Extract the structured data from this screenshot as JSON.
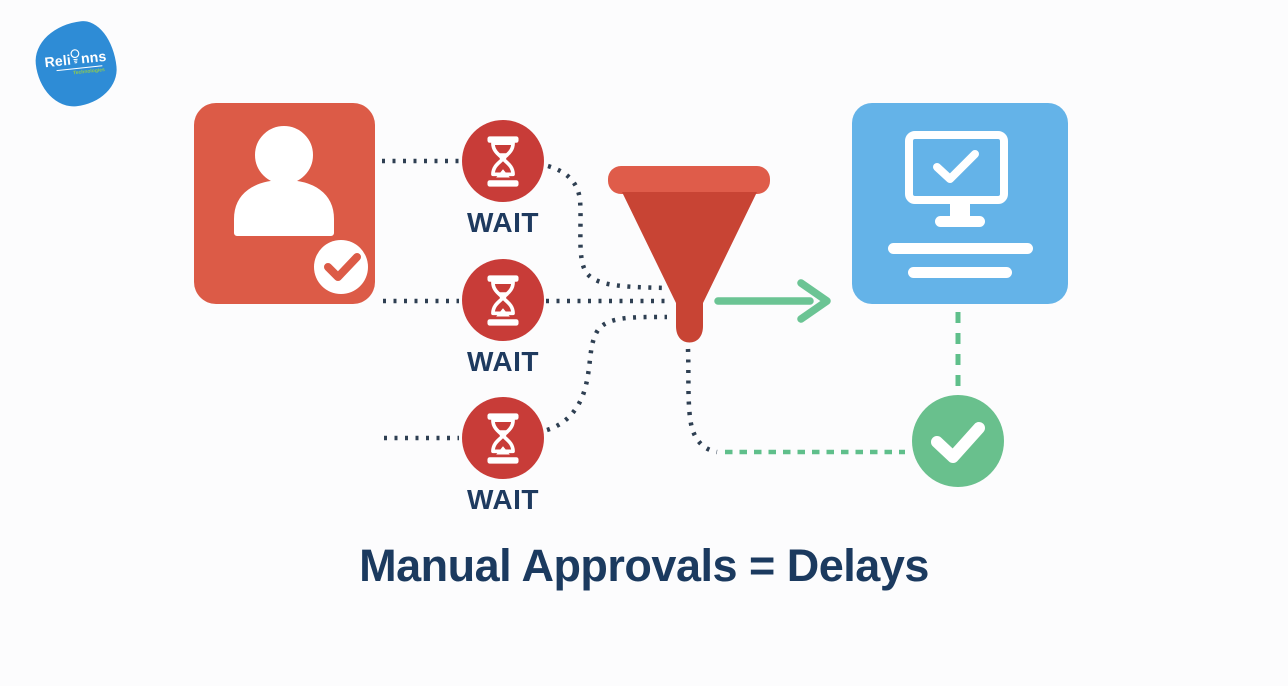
{
  "logo": {
    "brand_left": "Reli",
    "brand_right": "nns",
    "subtitle": "Technologies"
  },
  "nodes": {
    "wait_labels": [
      "WAIT",
      "WAIT",
      "WAIT"
    ]
  },
  "title": "Manual Approvals = Delays",
  "icons": {
    "logo": "lightbulb-icon",
    "requester": "person-icon",
    "requester_badge": "check-badge-icon",
    "wait": "hourglass-icon",
    "bottleneck": "funnel-icon",
    "flow": "arrow-right-icon",
    "system": "monitor-check-icon",
    "approved": "check-circle-icon"
  },
  "colors": {
    "page_bg": "#FCFCFD",
    "logo_blue": "#2E8CD6",
    "logo_subtitle": "#8FCB4F",
    "requester_red": "#DC5B47",
    "wait_red": "#C83C38",
    "funnel_top_red": "#DF5C4A",
    "funnel_body_red": "#C84434",
    "system_blue": "#64B3E8",
    "approved_green": "#69C08D",
    "arrow_green": "#6BC494",
    "dash_green": "#5FBF8B",
    "label_navy": "#1E3A5F",
    "title_navy": "#1B3A5F",
    "dot_navy": "#2E3F52"
  }
}
